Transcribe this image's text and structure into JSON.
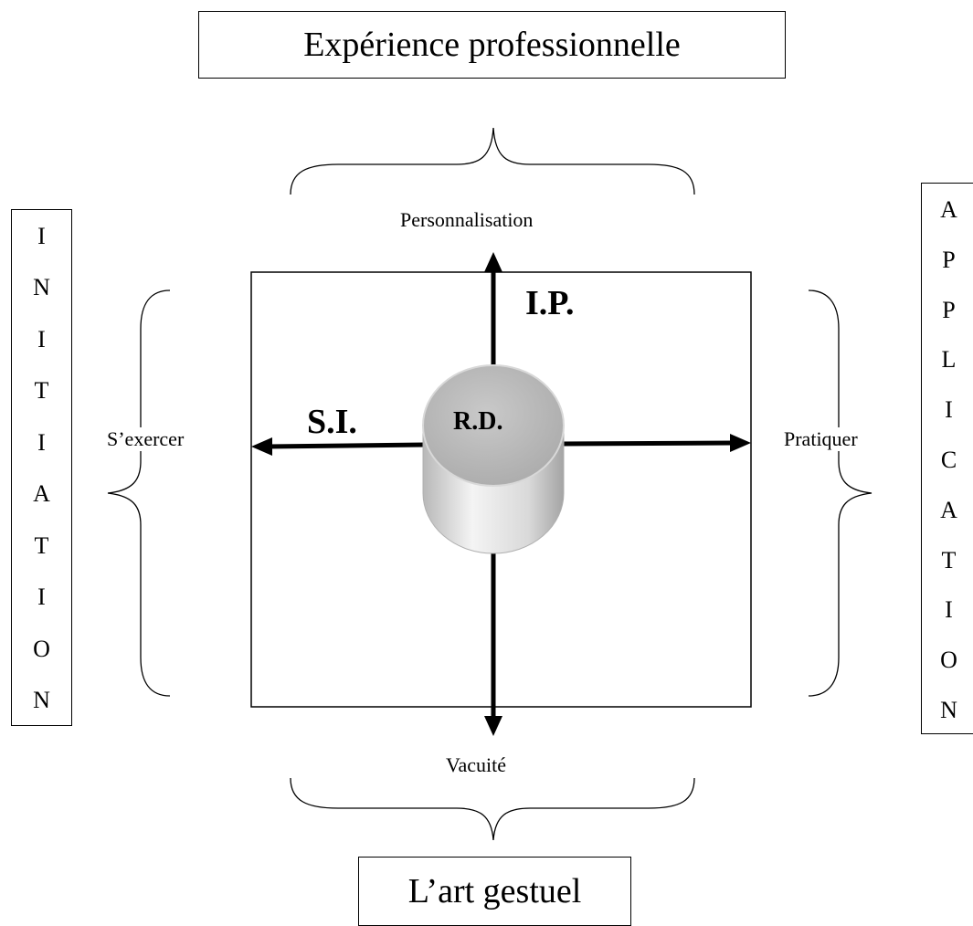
{
  "top_box": {
    "text": "Expérience professionnelle"
  },
  "bottom_box": {
    "text": "L’art gestuel"
  },
  "left_vertical": {
    "letters": [
      "I",
      "N",
      "I",
      "T",
      "I",
      "A",
      "T",
      "I",
      "O",
      "N"
    ]
  },
  "right_vertical": {
    "letters": [
      "A",
      "P",
      "P",
      "L",
      "I",
      "C",
      "A",
      "T",
      "I",
      "O",
      "N"
    ]
  },
  "axes": {
    "top": "Personnalisation",
    "bottom": "Vacuité",
    "left": "S’exercer",
    "right": "Pratiquer"
  },
  "quadrant_labels": {
    "ip": "I.P.",
    "si": "S.I.",
    "rd": "R.D."
  },
  "colors": {
    "line": "#000000",
    "cylinder_light": "#e4e4e4",
    "cylinder_dark": "#9a9a9a"
  }
}
